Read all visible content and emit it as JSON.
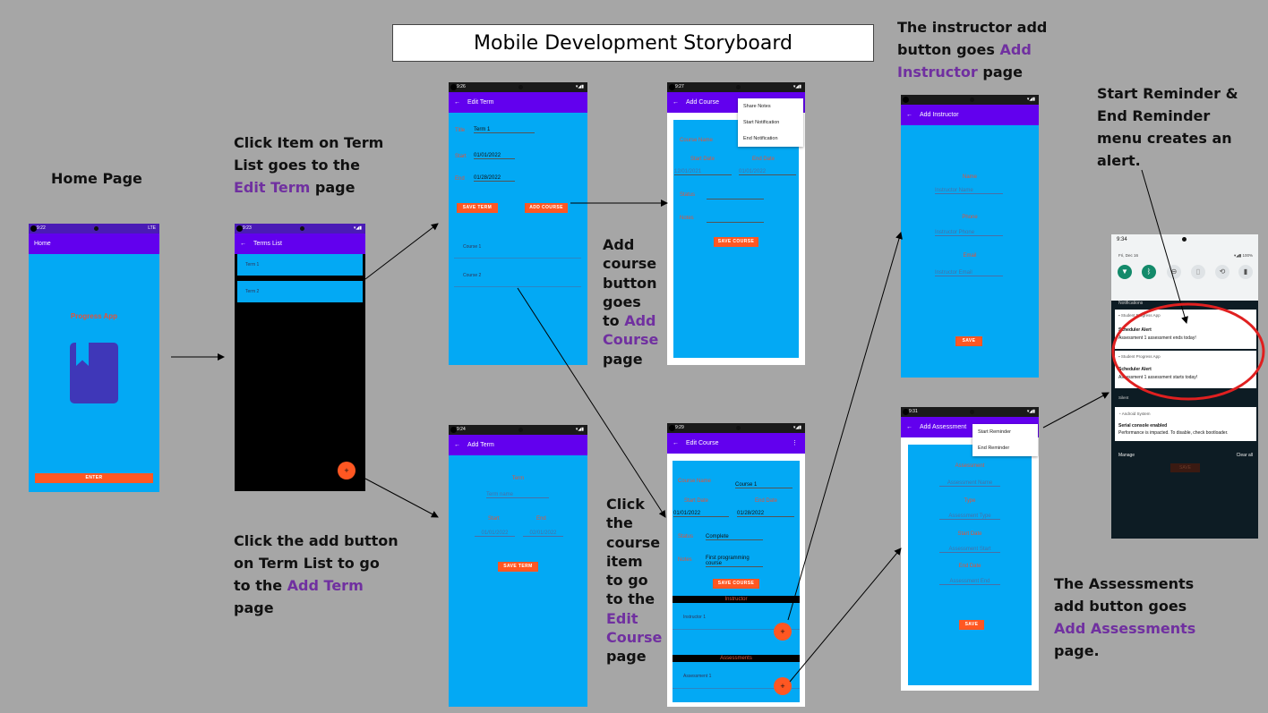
{
  "title": "Mobile Development Storyboard",
  "captions": {
    "home": "Home Page",
    "edit_term": {
      "pre": "Click Item on Term List goes to the ",
      "link": "Edit Term",
      "post": " page"
    },
    "add_term": {
      "pre": "Click the add button on Term List to go to the ",
      "link": "Add Term",
      "post": " page"
    },
    "add_course": {
      "pre": "Add course button goes to ",
      "link": "Add Course",
      "post": " page"
    },
    "edit_course": {
      "pre": "Click the course item to go to the ",
      "link": "Edit Course",
      "post": " page"
    },
    "add_instructor": {
      "pre": "The instructor add button goes ",
      "link": "Add Instructor",
      "post": " page"
    },
    "reminder": "Start Reminder & End Reminder menu creates an alert.",
    "assessments": {
      "pre": "The Assessments add button goes ",
      "link": "Add Assessments",
      "post": " page."
    }
  },
  "colors": {
    "accent_purple": "#7030a0",
    "app_bar": "#6200ee",
    "screen_blue": "#03a9f4",
    "button_orange": "#ff5722",
    "alert_circle": "#e02020"
  },
  "home_screen": {
    "time": "9:22",
    "bar_title": "Home",
    "app_name": "Progress App",
    "icon": "bookmark-icon",
    "button": "ENTER",
    "net": "LTE"
  },
  "terms_list_screen": {
    "time": "9:23",
    "bar_title": "Terms List",
    "items": [
      "Term 1",
      "Term 2"
    ],
    "fab": "+"
  },
  "edit_term_screen": {
    "time": "9:26",
    "bar_title": "Edit Term",
    "title_label": "Title",
    "title_value": "Term 1",
    "start_label": "Start",
    "start_value": "01/01/2022",
    "end_label": "End",
    "end_value": "01/28/2022",
    "save": "SAVE TERM",
    "add_course": "ADD COURSE",
    "courses": [
      "Course 1",
      "Course 2"
    ]
  },
  "add_term_screen": {
    "time": "9:24",
    "bar_title": "Add Term",
    "term_label": "Term",
    "term_ph": "Term name",
    "start_label": "Start",
    "end_label": "End",
    "start_ph": "01/01/2022",
    "end_ph": "02/01/2022",
    "save": "SAVE TERM"
  },
  "add_course_screen": {
    "time": "9:27",
    "bar_title": "Add Course",
    "course_label": "Course Name",
    "start_label": "Start Date",
    "end_label": "End Date",
    "start_value": "12/01/2021",
    "end_value": "01/01/2022",
    "status_label": "Status",
    "notes_label": "Notes",
    "save": "SAVE COURSE",
    "menu": [
      "Share Notes",
      "Start Notification",
      "End Notification"
    ]
  },
  "edit_course_screen": {
    "time": "9:29",
    "bar_title": "Edit Course",
    "course_label": "Course Name",
    "course_value": "Course 1",
    "start_label": "Start Date",
    "end_label": "End Date",
    "start_value": "01/01/2022",
    "end_value": "01/28/2022",
    "status_label": "Status",
    "status_value": "Complete",
    "notes_label": "Notes",
    "notes_value": "First programming course",
    "save": "SAVE COURSE",
    "instructor_header": "Instructor",
    "instructor_item": "Instructor 1",
    "assessments_header": "Assessments",
    "assessment_item": "Assessment 1",
    "fab": "+",
    "overflow": "⋮"
  },
  "add_instructor_screen": {
    "bar_title": "Add Instructor",
    "name_label": "Name",
    "name_ph": "Instructor Name",
    "phone_label": "Phone",
    "phone_ph": "Instructor Phone",
    "email_label": "Email",
    "email_ph": "Instructor Email",
    "save": "SAVE"
  },
  "add_assessment_screen": {
    "time": "9:31",
    "bar_title": "Add Assessment",
    "name_label": "Assessment",
    "name_ph": "Assessment Name",
    "type_label": "Type",
    "type_ph": "Assessment Type",
    "start_label": "Start Date",
    "start_ph": "Assessment Start",
    "end_label": "End Date",
    "end_ph": "Assessment End",
    "save": "SAVE",
    "menu": [
      "Start Reminder",
      "End Reminder"
    ]
  },
  "notification_screen": {
    "time": "9:34",
    "date": "Fri, Dec 16",
    "battery": "100%",
    "section": "Notifications",
    "notif1": {
      "app": "Student Progress App",
      "title": "Scheduler Alert",
      "text": "Assessment 1 assessment ends today!"
    },
    "notif2": {
      "app": "Student Progress App",
      "title": "Scheduler Alert",
      "text": "Assessment 1 assessment starts today!"
    },
    "silent": "Silent",
    "system_app": "Android System",
    "system_title": "Serial console enabled",
    "system_text": "Performance is impacted. To disable, check bootloader.",
    "manage": "Manage",
    "clear_all": "Clear all",
    "behind_save": "SAVE"
  }
}
